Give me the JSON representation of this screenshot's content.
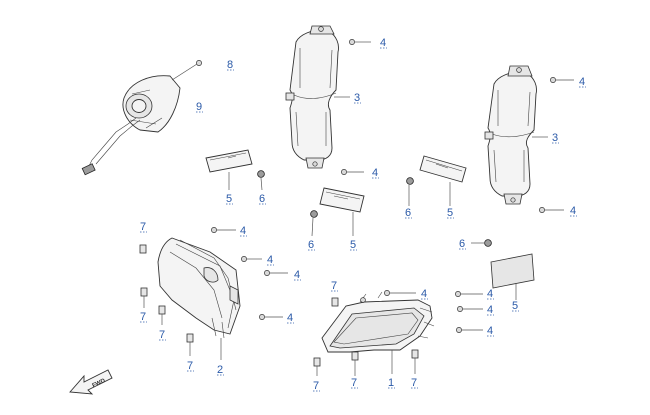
{
  "callouts": {
    "c8": "8",
    "c9": "9",
    "c4a": "4",
    "c3a": "3",
    "c4b": "4",
    "c4c": "4",
    "c3b": "3",
    "c4d": "4",
    "c5a": "5",
    "c6a": "6",
    "c6b": "6",
    "c5b": "5",
    "c6c": "6",
    "c5c": "5",
    "c7a": "7",
    "c4e": "4",
    "c4f": "4",
    "c4g": "4",
    "c7b": "7",
    "c7c": "7",
    "c4h": "4",
    "c7d": "7",
    "c2": "2",
    "c6d": "6",
    "c5d": "5",
    "c7e": "7",
    "c4i": "4",
    "c4j": "4",
    "c4k": "4",
    "c4l": "4",
    "c7f": "7",
    "c7g": "7",
    "c1": "1",
    "c7h": "7"
  },
  "forward_marker": {
    "label": "FWD",
    "icon": "forward-arrow-icon"
  },
  "colors": {
    "callout": "#2b5aa8",
    "line": "#333333"
  }
}
